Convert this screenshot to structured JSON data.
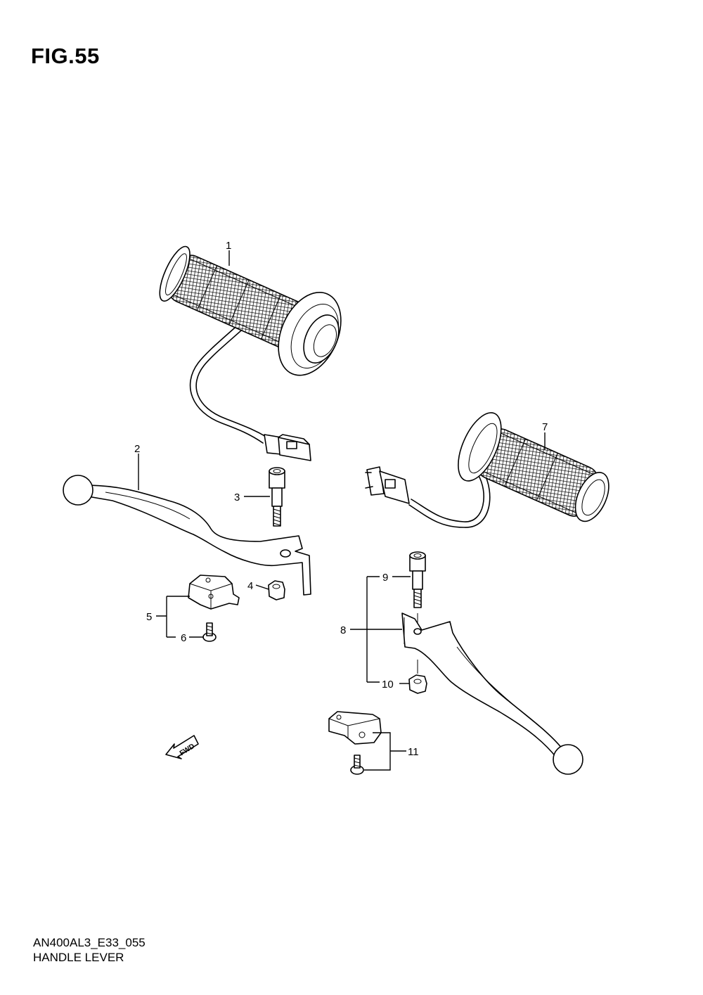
{
  "figure": {
    "title": "FIG.55",
    "code": "AN400AL3_E33_055",
    "name": "HANDLE LEVER"
  },
  "callouts": [
    "1",
    "2",
    "3",
    "4",
    "5",
    "6",
    "7",
    "8",
    "9",
    "10",
    "11"
  ],
  "direction_marker": "FWD"
}
